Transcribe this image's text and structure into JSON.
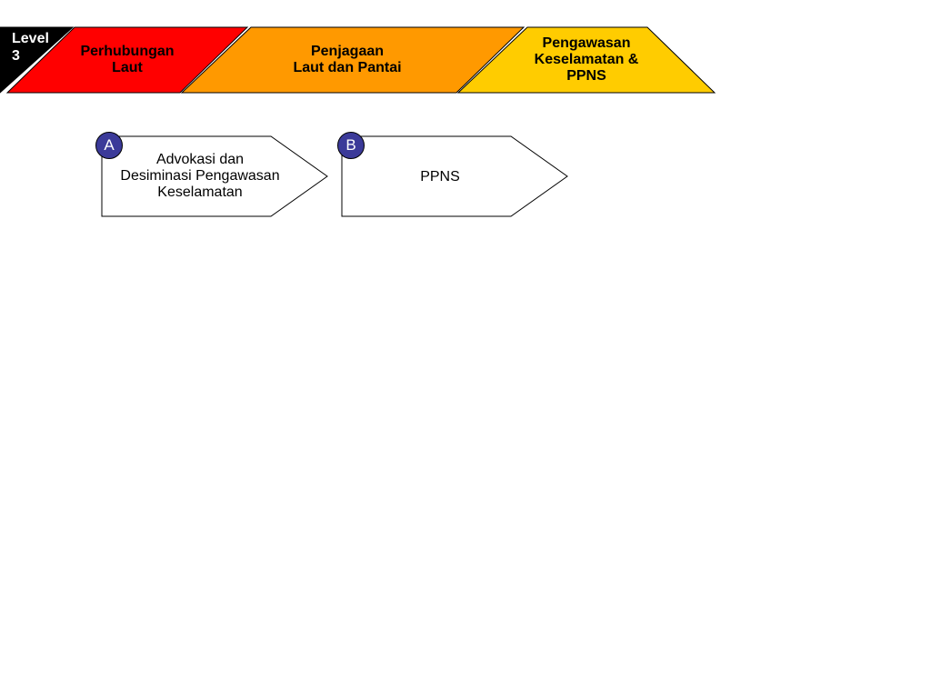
{
  "header": {
    "level_label": "Level\n3",
    "stages": [
      {
        "label": "Perhubungan\nLaut",
        "color": "#ff0000"
      },
      {
        "label": "Penjagaan\nLaut dan Pantai",
        "color": "#ff9900"
      },
      {
        "label": "Pengawasan\nKeselamatan &\nPPNS",
        "color": "#ffcc00"
      }
    ],
    "level_color": "#000000"
  },
  "processes": [
    {
      "badge": "A",
      "label": "Advokasi dan\nDesiminasi Pengawasan\nKeselamatan"
    },
    {
      "badge": "B",
      "label": "PPNS"
    }
  ],
  "colors": {
    "badge": "#3b3a99",
    "stroke": "#000000"
  }
}
